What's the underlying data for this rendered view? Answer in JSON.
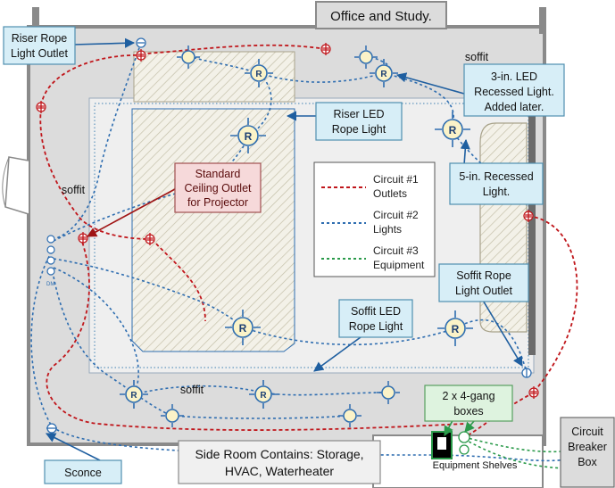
{
  "title": "Office and Study.",
  "callouts": {
    "riser_rope_outlet": [
      "Riser Rope",
      "Light Outlet"
    ],
    "led_3in": [
      "3-in. LED",
      "Recessed Light.",
      "Added later."
    ],
    "riser_led_rope": [
      "Riser LED",
      "Rope Light"
    ],
    "standard_ceiling": [
      "Standard",
      "Ceiling Outlet",
      "for Projector"
    ],
    "recessed_5in": [
      "5-in.  Recessed",
      "Light."
    ],
    "soffit_rope_outlet": [
      "Soffit Rope",
      "Light Outlet"
    ],
    "soffit_led_rope": [
      "Soffit LED",
      "Rope Light"
    ],
    "gang_boxes": [
      "2 x 4-gang",
      "boxes"
    ],
    "sconce": "Sconce",
    "side_room": [
      "Side Room Contains: Storage,",
      "HVAC, Waterheater"
    ],
    "breaker_box": [
      "Circuit",
      "Breaker",
      "Box"
    ]
  },
  "labels": {
    "soffit_top": "soffit",
    "soffit_left": "soffit",
    "soffit_bottom": "soffit",
    "equipment_shelves": "Equipment Shelves",
    "recessed_symbol": "R",
    "dimmer": "DM"
  },
  "legend": [
    {
      "circuit": "Circuit #1",
      "name": "Outlets",
      "color": "#c0161b"
    },
    {
      "circuit": "Circuit #2",
      "name": "Lights",
      "color": "#2e6db0"
    },
    {
      "circuit": "Circuit #3",
      "name": "Equipment",
      "color": "#2a9a4a"
    }
  ],
  "colors": {
    "callout_fill": "#d7eef7",
    "callout_stroke": "#4f8fb0",
    "pink_fill": "#f6d9da",
    "green_fill": "#def3df",
    "wall": "#8a8a8a",
    "floor": "#dcdcdc",
    "arrow_blue": "#1f5fa0",
    "arrow_red": "#a01515"
  }
}
